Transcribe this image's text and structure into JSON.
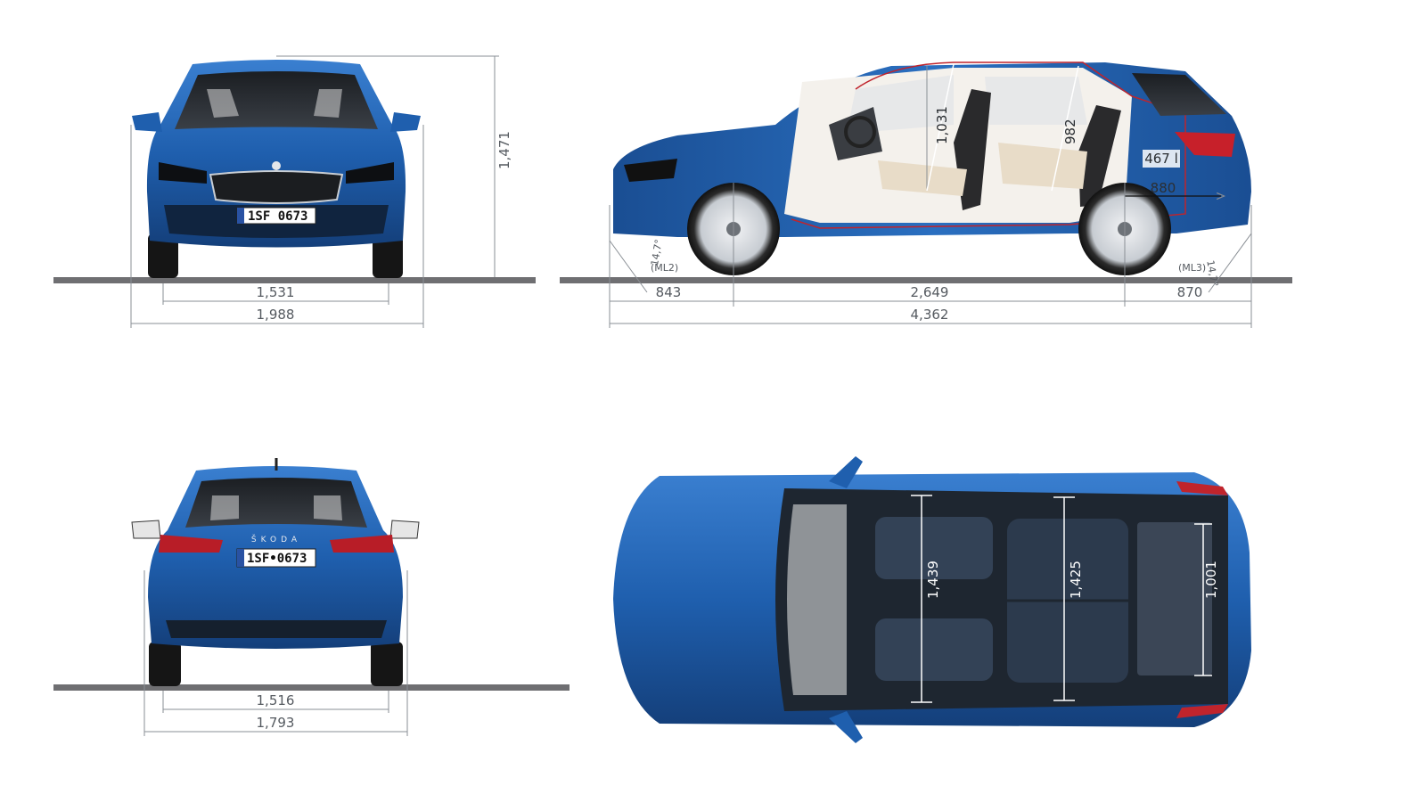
{
  "front_view": {
    "height": "1,471",
    "track": "1,531",
    "width": "1,988",
    "plate": "1SF 0673"
  },
  "side_view": {
    "front_overhang": "843",
    "wheelbase": "2,649",
    "rear_overhang": "870",
    "length": "4,362",
    "headroom_front": "1,031",
    "headroom_rear": "982",
    "luggage_volume": "467 l",
    "luggage_length": "880",
    "approach_angle": "14,7°",
    "approach_label": "(ML2)",
    "departure_angle": "14,7°",
    "departure_label": "(ML3)"
  },
  "rear_view": {
    "track": "1,516",
    "width": "1,793",
    "plate": "1SF•0673",
    "badge": "ŠKODA"
  },
  "top_view": {
    "interior_width_front": "1,439",
    "interior_width_rear": "1,425",
    "boot_width": "1,001"
  },
  "colors": {
    "body_blue": "#1f5fae",
    "ground": "#6f6f72",
    "dimension_line": "#8a8f95",
    "interior_outline": "#c0242c"
  }
}
